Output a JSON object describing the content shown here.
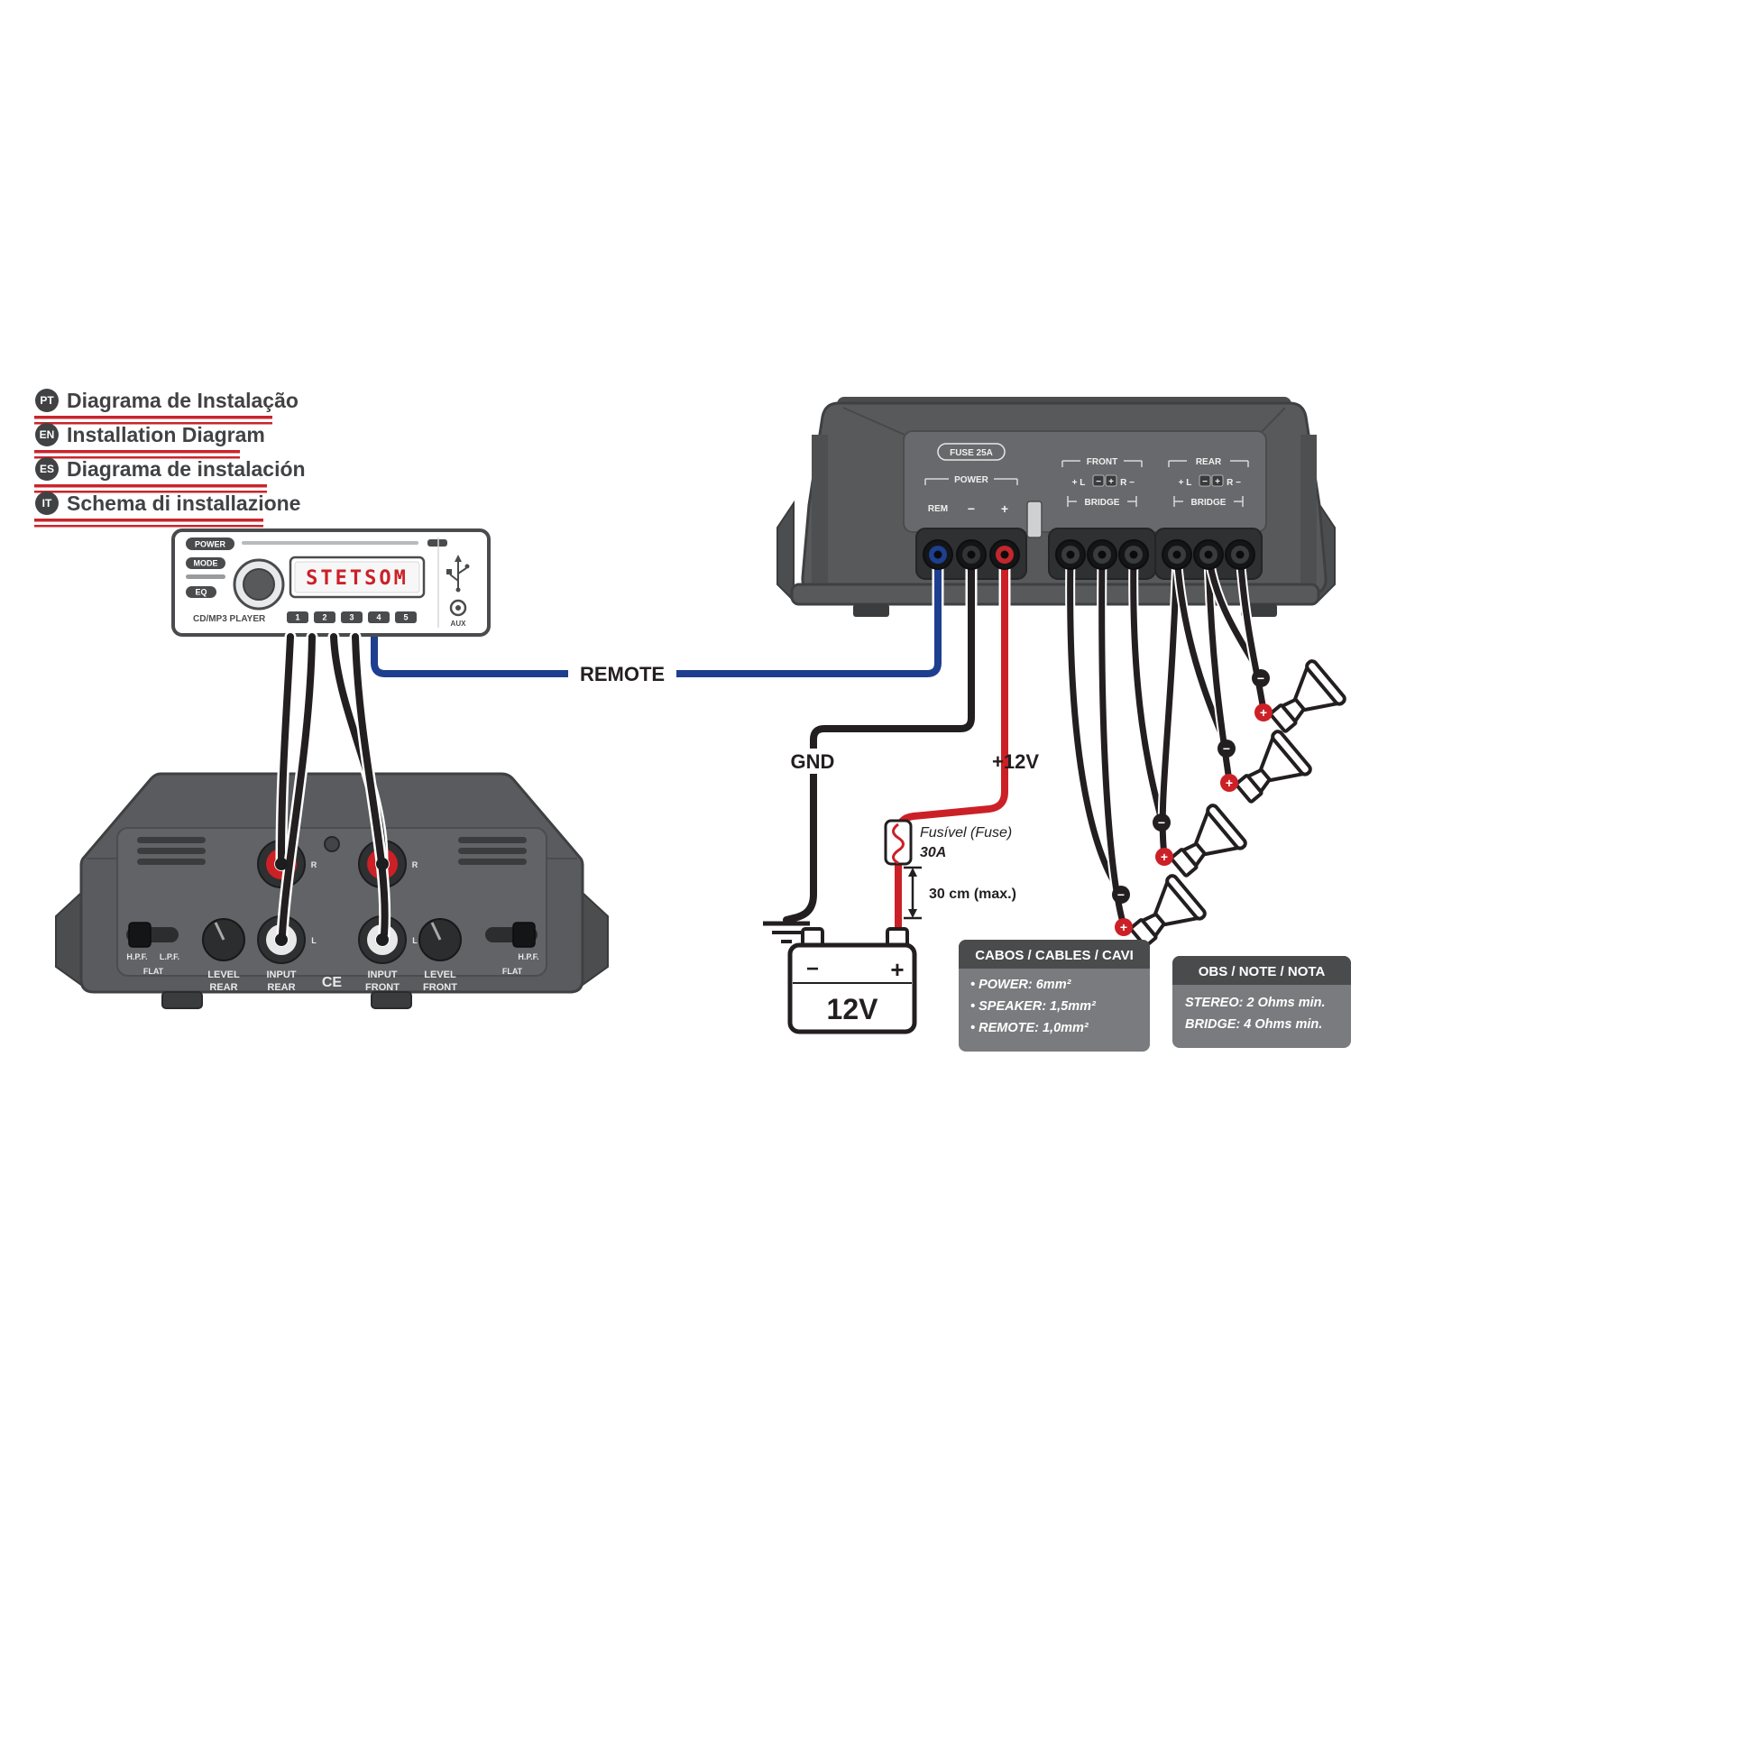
{
  "title_block": {
    "items": [
      {
        "badge": "PT",
        "label": "Diagrama de Instalação"
      },
      {
        "badge": "EN",
        "label": "Installation Diagram"
      },
      {
        "badge": "ES",
        "label": "Diagrama de instalación"
      },
      {
        "badge": "IT",
        "label": "Schema di installazione"
      }
    ]
  },
  "head_unit": {
    "power": "POWER",
    "mode": "MODE",
    "eq": "EQ",
    "display": "STETSOM",
    "player": "CD/MP3 PLAYER",
    "presets": [
      "1",
      "2",
      "3",
      "4",
      "5"
    ],
    "aux": "AUX"
  },
  "amp_rear": {
    "fuse": "FUSE 25A",
    "power": "POWER",
    "rem": "REM",
    "minus": "−",
    "plus": "+",
    "front_title": "FRONT",
    "rear_title": "REAR",
    "ch_left": "+ L",
    "ch_right": "R −",
    "badge_minus": "−",
    "badge_plus": "+",
    "bridge": "BRIDGE"
  },
  "amp_front": {
    "hpf": "H.P.F.",
    "lpf": "L.P.F.",
    "flat": "FLAT",
    "level": "LEVEL",
    "input": "INPUT",
    "rear": "REAR",
    "front": "FRONT",
    "ce": "CE",
    "r": "R",
    "l": "L"
  },
  "wiring": {
    "remote": "REMOTE",
    "gnd": "GND",
    "v12": "+12V",
    "fuse_name": "Fusível (Fuse)",
    "fuse_rating": "30A",
    "distance": "30 cm (max.)"
  },
  "battery": {
    "label": "12V",
    "minus": "−",
    "plus": "+"
  },
  "speaker": {
    "minus": "−",
    "plus": "+"
  },
  "boxes": {
    "cables": {
      "title": "CABOS / CABLES / CAVI",
      "lines": [
        "• POWER: 6mm²",
        "• SPEAKER: 1,5mm²",
        "• REMOTE: 1,0mm²"
      ]
    },
    "notes": {
      "title": "OBS / NOTE / NOTA",
      "lines": [
        "STEREO: 2 Ohms min.",
        "BRIDGE: 4 Ohms min."
      ]
    }
  },
  "colors": {
    "red": "#cc2027",
    "blue": "#1e3f8f",
    "wire_black": "#231f20",
    "body_gray": "#58595b"
  }
}
